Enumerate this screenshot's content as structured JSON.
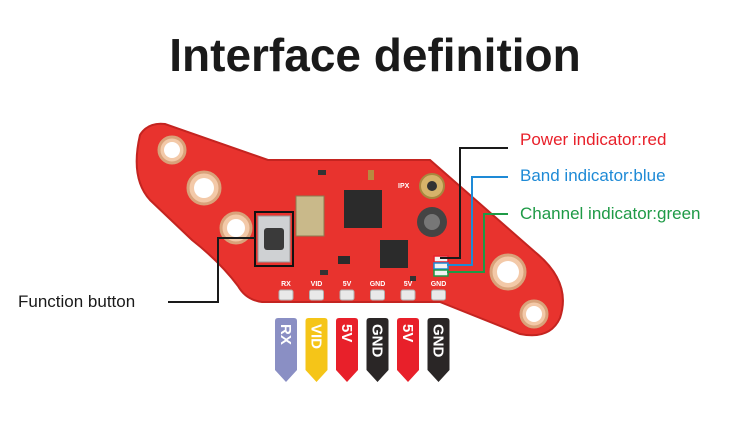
{
  "title": "Interface definition",
  "callouts": {
    "power": {
      "text": "Power indicator:red",
      "color": "#e8202a"
    },
    "band": {
      "text": "Band indicator:blue",
      "color": "#1e8ad6"
    },
    "channel": {
      "text": "Channel indicator:green",
      "color": "#1e9a46"
    },
    "button": {
      "text": "Function button",
      "color": "#1a1a1a"
    }
  },
  "silkscreen": {
    "pads": [
      "RX",
      "VID",
      "5V",
      "GND",
      "5V",
      "GND"
    ],
    "ipx": "IPX"
  },
  "pins": [
    {
      "label": "RX",
      "color": "#8a8fc4"
    },
    {
      "label": "VID",
      "color": "#f5c518"
    },
    {
      "label": "5V",
      "color": "#e8202a"
    },
    {
      "label": "GND",
      "color": "#2a2626"
    },
    {
      "label": "5V",
      "color": "#e8202a"
    },
    {
      "label": "GND",
      "color": "#2a2626"
    }
  ],
  "colors": {
    "pcb": "#e8332e",
    "pcb_edge": "#c42420"
  }
}
